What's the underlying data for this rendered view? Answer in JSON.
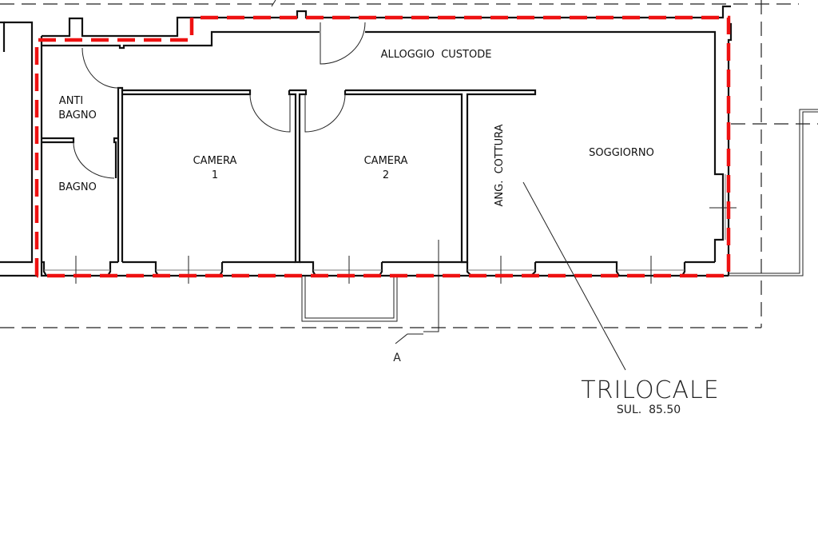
{
  "rooms": {
    "alloggio": "ALLOGGIO  CUSTODE",
    "anti_bagno_1": "ANTI",
    "anti_bagno_2": "BAGNO",
    "bagno": "BAGNO",
    "camera1_1": "CAMERA",
    "camera1_2": "1",
    "camera2_1": "CAMERA",
    "camera2_2": "2",
    "cottura": "ANG.  COTTURA",
    "soggiorno": "SOGGIORNO"
  },
  "unit": {
    "name": "TRILOCALE",
    "area": "SUL.  85.50"
  },
  "section_marker": "A",
  "colors": {
    "boundary": "#ee1111",
    "walls": "#111111"
  }
}
